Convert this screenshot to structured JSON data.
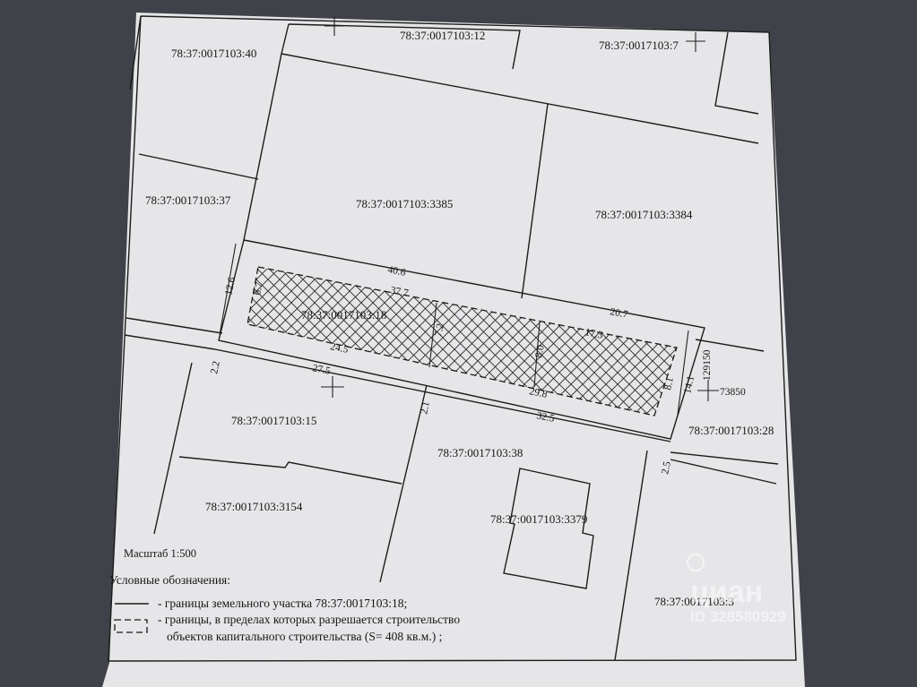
{
  "parcels": {
    "p40": "78:37:0017103:40",
    "p12": "78:37:0017103:12",
    "p7": "78:37:0017103:7",
    "p37": "78:37:0017103:37",
    "p3385": "78:37:0017103:3385",
    "p3384": "78:37:0017103:3384",
    "p18": "78:37:0017103:18",
    "p15": "78:37:0017103:15",
    "p38": "78:37:0017103:38",
    "p28": "78:37:0017103:28",
    "p3154": "78:37:0017103:3154",
    "p3379": "78:37:0017103:3379",
    "p3": "78:37:0017103:3"
  },
  "dimensions": {
    "top_outer": "40.6",
    "top_inner": "37.7",
    "top_right": "20.7",
    "left_outer": "12.6",
    "left_inner": "6.7",
    "mid_inner_left": "24.5",
    "mid_inner_height": "7.2",
    "right_inner_top": "17.3",
    "right_inner_height": "8.0",
    "bottom_inner": "29.8",
    "right_inner_end": "8.1",
    "bottom_left_outer": "27.5",
    "bottom_right_outer": "32.5",
    "left_small": "2.2",
    "mid_small": "2.1",
    "right_small": "2.5",
    "right_outer": "14.1"
  },
  "coords": {
    "y_mark": "129150",
    "x_mark": "73850"
  },
  "legend": {
    "scale": "Масштаб 1:500",
    "title": "Условные обозначения:",
    "line1": "- границы земельного участка 78:37:0017103:18;",
    "line2a": "- границы, в пределах которых разрешается строительство",
    "line2b": "объектов капитального строительства (S= 408 кв.м.) ;"
  },
  "watermark": {
    "brand": "циан",
    "id": "ID 328580929"
  }
}
